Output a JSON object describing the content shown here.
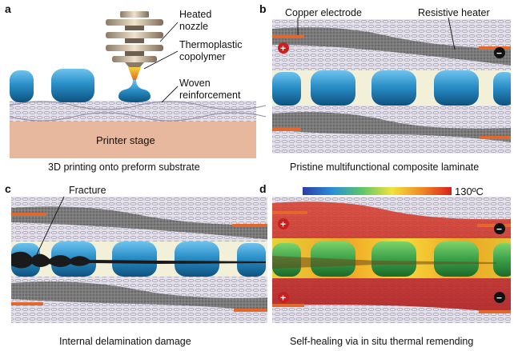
{
  "panels": {
    "a": {
      "letter": "a",
      "caption": "3D printing onto preform substrate",
      "labels": {
        "nozzle_line1": "Heated",
        "nozzle_line2": "nozzle",
        "polymer_line1": "Thermoplastic",
        "polymer_line2": "copolymer",
        "woven_line1": "Woven",
        "woven_line2": "reinforcement",
        "stage": "Printer stage"
      }
    },
    "b": {
      "letter": "b",
      "caption": "Pristine multifunctional composite laminate",
      "labels": {
        "electrode": "Copper electrode",
        "heater": "Resistive heater",
        "plus": "+",
        "minus": "−"
      }
    },
    "c": {
      "letter": "c",
      "caption": "Internal delamination damage",
      "labels": {
        "fracture": "Fracture"
      }
    },
    "d": {
      "letter": "d",
      "caption": "Self-healing via in situ thermal remending",
      "labels": {
        "temperature": "130ºC",
        "plus_top": "+",
        "plus_bottom": "+",
        "minus_top": "−",
        "minus_bottom": "−"
      }
    }
  },
  "colors": {
    "droplet": "#2a8fc8",
    "droplet_dark": "#0f5f92",
    "stage": "#e7b89d",
    "fiber_fill": "#dedbe6",
    "heater": "#6b6b6b",
    "electrode": "#e2682e",
    "interlayer": "#f3f0da",
    "heal_green": "#3aa04a"
  }
}
